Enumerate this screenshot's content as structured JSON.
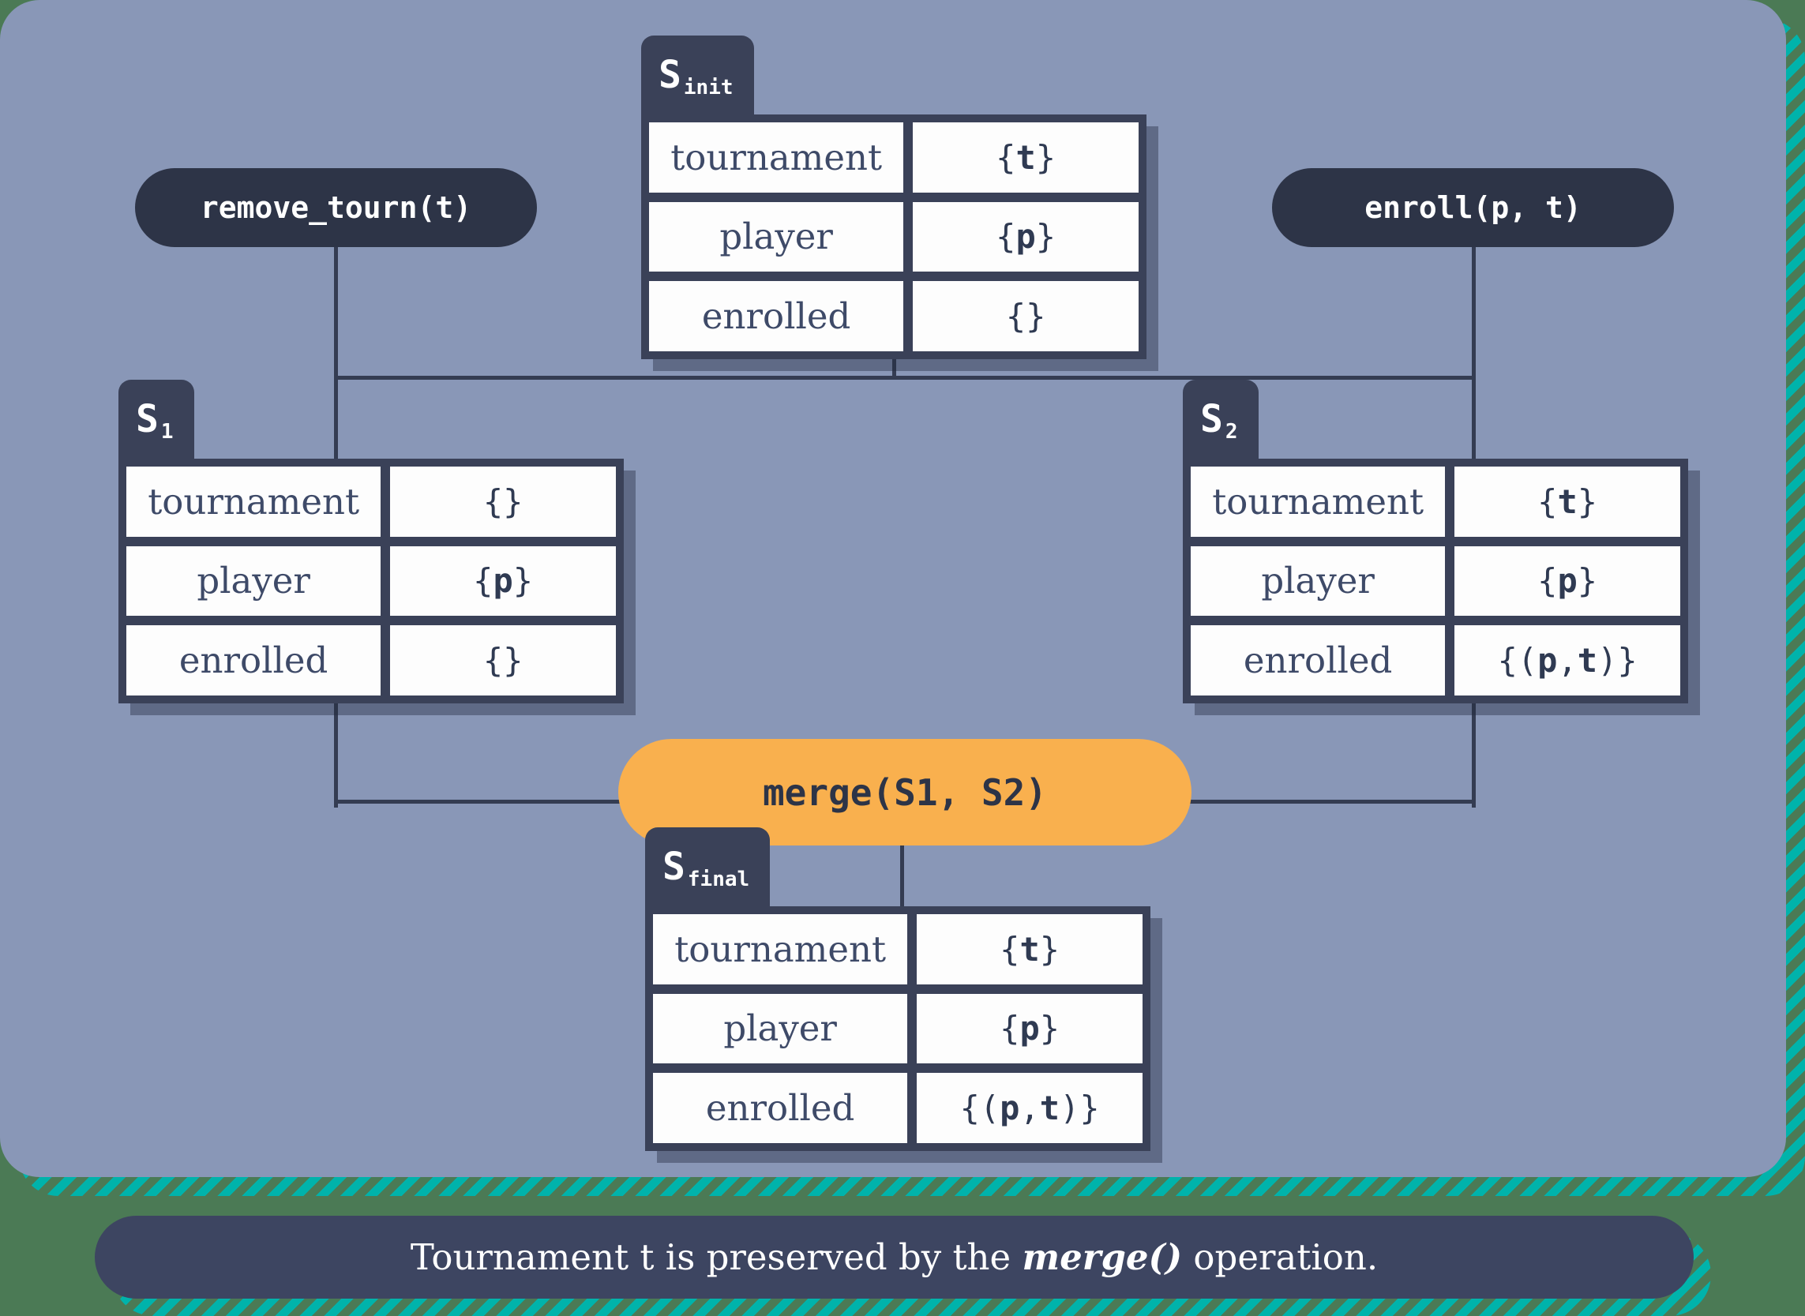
{
  "colors": {
    "background_green": "#4b7a55",
    "stripe_teal": "#00b3ab",
    "panel_blue": "#8997b7",
    "ink_dark": "#3a4158",
    "pill_dark": "#2d3447",
    "accent_orange": "#f9b04e",
    "cell_white": "#fdfdfd",
    "label_text": "#3e4a68",
    "value_text": "#2f3a52",
    "caption_bar": "#3d4561"
  },
  "operations": {
    "remove_tourn": {
      "label": "remove_tourn(t)"
    },
    "enroll": {
      "label": "enroll(p, t)"
    },
    "merge": {
      "label": "merge(S1, S2)"
    }
  },
  "states": {
    "s_init": {
      "base": "S",
      "subscript": "init",
      "rows": [
        {
          "field": "tournament",
          "value": "{t}"
        },
        {
          "field": "player",
          "value": "{p}"
        },
        {
          "field": "enrolled",
          "value": "{}"
        }
      ]
    },
    "s1": {
      "base": "S",
      "subscript": "1",
      "rows": [
        {
          "field": "tournament",
          "value": "{}"
        },
        {
          "field": "player",
          "value": "{p}"
        },
        {
          "field": "enrolled",
          "value": "{}"
        }
      ]
    },
    "s2": {
      "base": "S",
      "subscript": "2",
      "rows": [
        {
          "field": "tournament",
          "value": "{t}"
        },
        {
          "field": "player",
          "value": "{p}"
        },
        {
          "field": "enrolled",
          "value": "{(p, t)}"
        }
      ]
    },
    "s_final": {
      "base": "S",
      "subscript": "final",
      "rows": [
        {
          "field": "tournament",
          "value": "{t}"
        },
        {
          "field": "player",
          "value": "{p}"
        },
        {
          "field": "enrolled",
          "value": "{(p, t)}"
        }
      ]
    }
  },
  "caption": {
    "prefix": "Tournament t is preserved by the ",
    "emphasis": "merge()",
    "suffix": " operation."
  }
}
